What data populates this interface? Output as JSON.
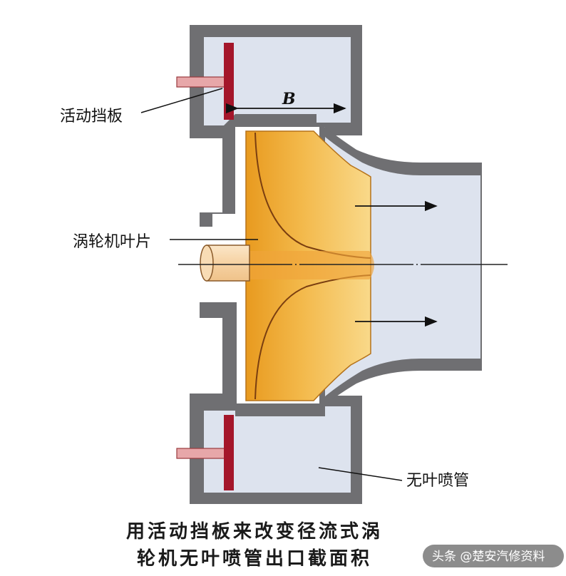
{
  "labels": {
    "baffle": "活动挡板",
    "blades": "涡轮机叶片",
    "nozzle": "无叶喷管",
    "dimension": "B"
  },
  "caption": {
    "line1": "用活动挡板来改变径流式涡",
    "line2": "轮机无叶喷管出口截面积"
  },
  "watermark": {
    "text": "头条 @楚安汽修资料"
  },
  "colors": {
    "housing_wall": "#6f6f72",
    "housing_fill": "#dde3ee",
    "baffle": "#a4162a",
    "actuator_rod": "#e7a7a9",
    "impeller_light": "#f6cd6b",
    "impeller_dark": "#e79a24",
    "shaft": "#f7d9ad"
  }
}
